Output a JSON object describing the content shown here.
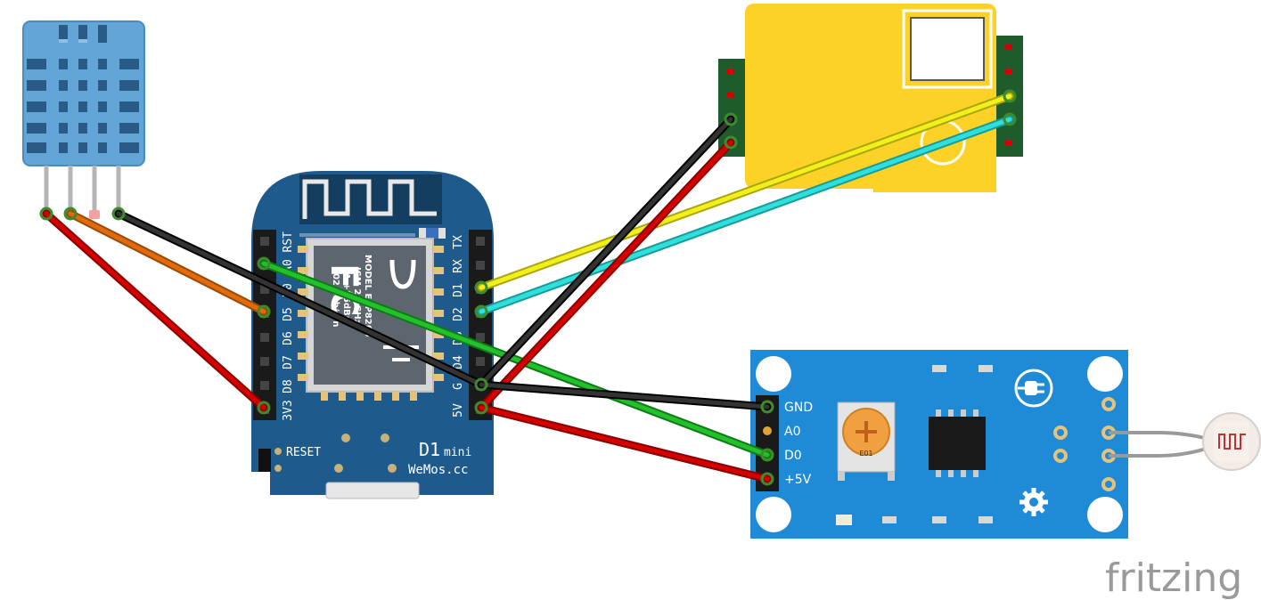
{
  "d1mini": {
    "pins_left": [
      "RST",
      "A0",
      "D0",
      "D5",
      "D6",
      "D7",
      "D8",
      "3V3"
    ],
    "pins_right": [
      "TX",
      "RX",
      "D1",
      "D2",
      "D3",
      "D4",
      "G",
      "5V"
    ],
    "reset_label": "RESET",
    "brand_title": "D1",
    "brand_suffix": "mini",
    "brand_site": "WeMos.cc",
    "module_text": [
      "MODEL ESP8266",
      "ISM 2.4GHz",
      "PA +25dBm",
      "802.11b/g/n"
    ],
    "logo_text": "FC"
  },
  "light_sensor": {
    "pins": [
      "GND",
      "A0",
      "D0",
      "+5V"
    ],
    "pot_label": "E01"
  },
  "watermark": "fritzing",
  "colors": {
    "wire_red": "#d40000",
    "wire_black": "#222222",
    "wire_orange": "#e06a0c",
    "wire_green": "#22c02a",
    "wire_yellow": "#f2ef19",
    "wire_cyan": "#2ee0dc",
    "board_blue": "#1e5a8c",
    "sensor_blue": "#1f8ad6",
    "co2_yellow": "#fcd227",
    "dht_blue": "#62a6d8",
    "watermark": "#9a9a9a"
  },
  "icons": [
    "dht11-sensor-icon",
    "co2-sensor-icon",
    "photoresistor-icon",
    "power-plug-icon",
    "gear-icon",
    "potentiometer-icon"
  ]
}
